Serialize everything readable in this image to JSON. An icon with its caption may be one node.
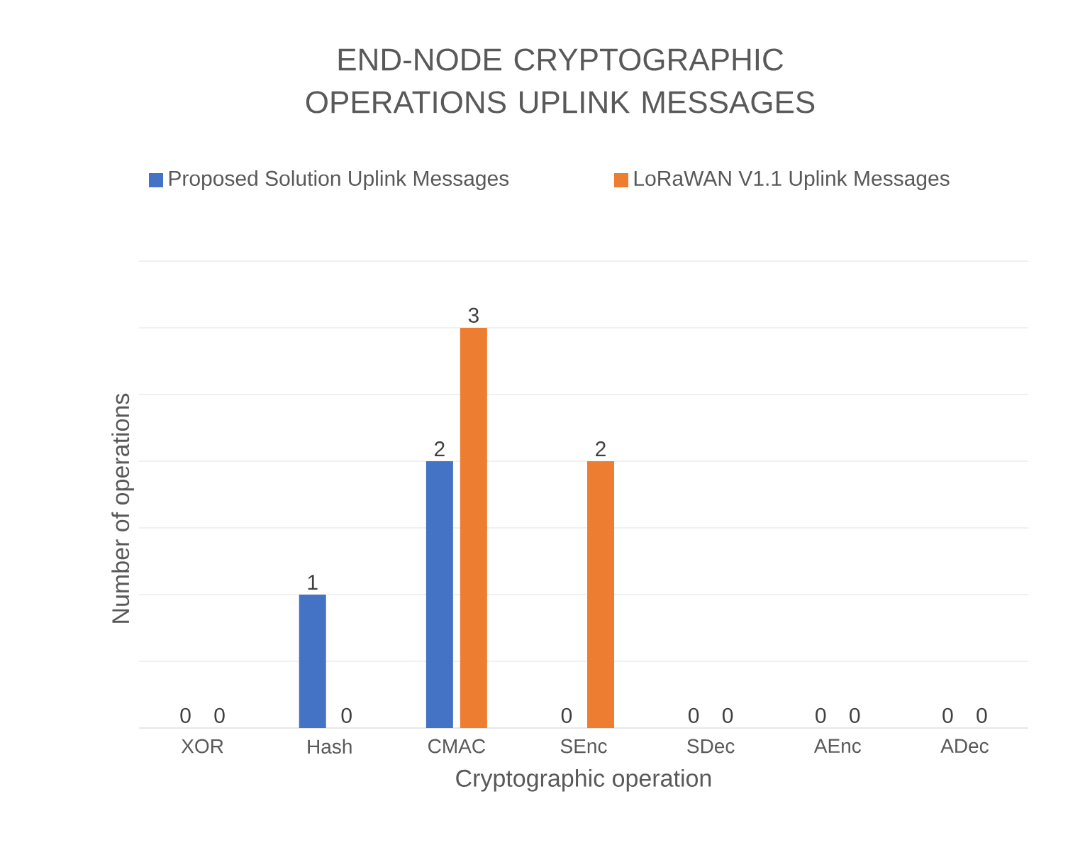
{
  "diagram": {
    "chart_data": {
      "type": "bar",
      "title": "END-NODE CRYPTOGRAPHIC OPERATIONS UPLINK MESSAGES",
      "xlabel": "Cryptographic operation",
      "ylabel": "Number of operations",
      "categories": [
        "XOR",
        "Hash",
        "CMAC",
        "SEnc",
        "SDec",
        "AEnc",
        "ADec"
      ],
      "series": [
        {
          "name": "Proposed Solution Uplink Messages",
          "color": "#4472c4",
          "values": [
            0,
            1,
            2,
            0,
            0,
            0,
            0
          ]
        },
        {
          "name": "LoRaWAN V1.1 Uplink Messages",
          "color": "#ed7d31",
          "values": [
            0,
            0,
            3,
            2,
            0,
            0,
            0
          ]
        }
      ],
      "ylim": [
        0,
        3.5
      ],
      "legend": "top",
      "data_labels": true
    }
  }
}
